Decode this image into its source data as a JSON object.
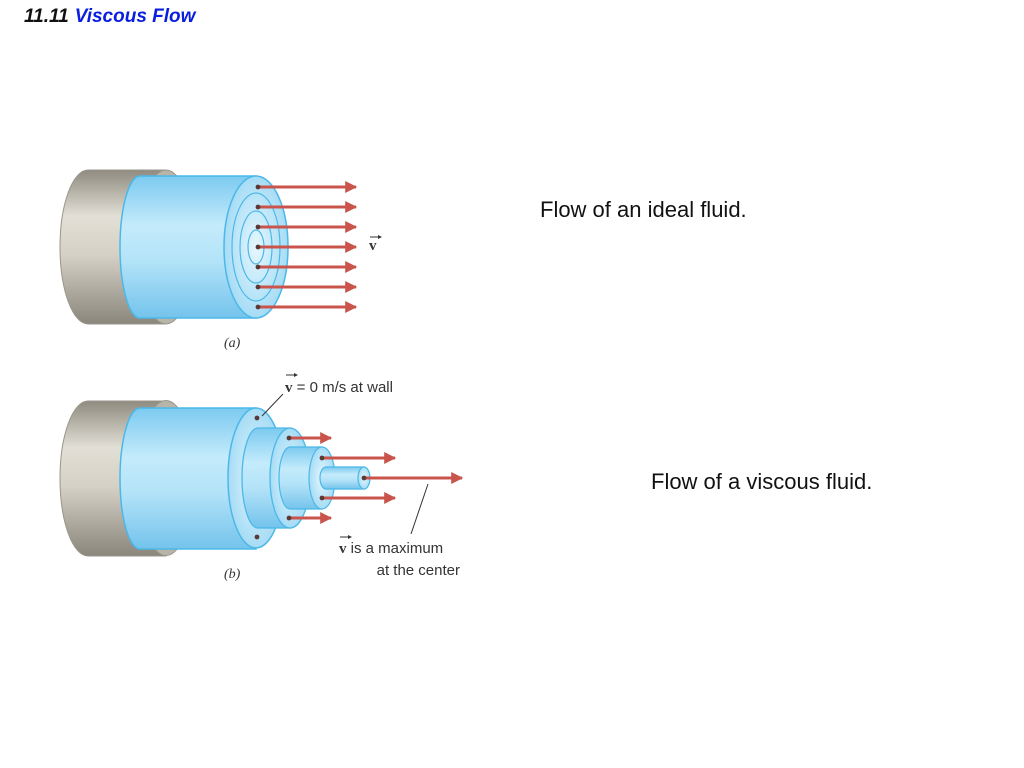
{
  "title": {
    "number": "11.11",
    "text": "Viscous Flow"
  },
  "captions": {
    "ideal": "Flow of an ideal fluid.",
    "viscous": "Flow of a viscous fluid."
  },
  "figure_a": {
    "label": "(a)",
    "velocity_symbol": "v"
  },
  "figure_b": {
    "label": "(b)",
    "wall_annotation": {
      "symbol": "v",
      "text": " = 0 m/s at wall"
    },
    "center_annotation": {
      "symbol": "v",
      "line1": " is a maximum",
      "line2": "at the center"
    }
  },
  "colors": {
    "title_number": "#111111",
    "title_text": "#0a1ee0",
    "arrow": "#c8544c",
    "fluid": "#9fd8f2",
    "fluid_edge": "#4bb8e8",
    "pipe": "#c9c5b8"
  }
}
